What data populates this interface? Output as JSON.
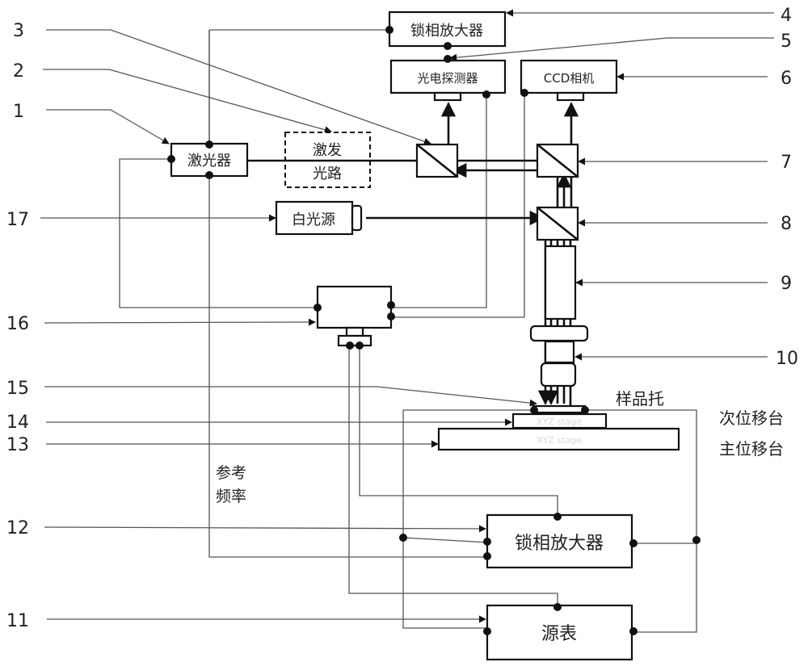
{
  "diagram": {
    "type": "optical-electrical system schematic",
    "components": {
      "lockin_top": "锁相放大器",
      "photodetector": "光电探测器",
      "ccd_camera": "CCD相机",
      "laser": "激光器",
      "excitation_path_line1": "激发",
      "excitation_path_line2": "光路",
      "white_light": "白光源",
      "lockin_bottom": "锁相放大器",
      "source_meter": "源表",
      "stage_inner": "XYZ stage",
      "stage_outer": "XYZ stage"
    },
    "annotations": {
      "reference_freq_line1": "参考",
      "reference_freq_line2": "频率",
      "sample_holder": "样品托",
      "secondary_stage": "次位移台",
      "primary_stage": "主位移台"
    },
    "callouts": [
      "1",
      "2",
      "3",
      "4",
      "5",
      "6",
      "7",
      "8",
      "9",
      "10",
      "11",
      "12",
      "13",
      "14",
      "15",
      "16",
      "17"
    ]
  }
}
